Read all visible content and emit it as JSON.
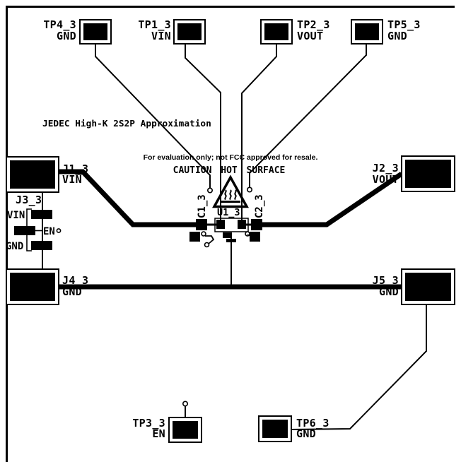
{
  "colors": {
    "ink": "#000000",
    "background": "#ffffff"
  },
  "board": {
    "title": "JEDEC High-K 2S2P Approximation",
    "evaluation_notice": "For evaluation only; not FCC approved for resale.",
    "caution_notice": "CAUTION HOT SURFACE"
  },
  "test_points": {
    "tp1": {
      "ref": "TP1_3",
      "net": "VIN"
    },
    "tp2": {
      "ref": "TP2_3",
      "net": "VOUT"
    },
    "tp3": {
      "ref": "TP3_3",
      "net": "EN"
    },
    "tp4": {
      "ref": "TP4_3",
      "net": "GND"
    },
    "tp5": {
      "ref": "TP5_3",
      "net": "GND"
    },
    "tp6": {
      "ref": "TP6_3",
      "net": "GND"
    }
  },
  "connectors": {
    "j1": {
      "ref": "J1_3",
      "net": "VIN"
    },
    "j2": {
      "ref": "J2_3",
      "net": "VOUT"
    },
    "j3": {
      "ref": "J3_3",
      "pins": [
        "VIN",
        "EN",
        "GND"
      ]
    },
    "j4": {
      "ref": "J4_3",
      "net": "GND"
    },
    "j5": {
      "ref": "J5_3",
      "net": "GND"
    }
  },
  "components": {
    "u1": {
      "ref": "U1_3"
    },
    "c1": {
      "ref": "C1_3"
    },
    "c2": {
      "ref": "C2_3"
    }
  }
}
